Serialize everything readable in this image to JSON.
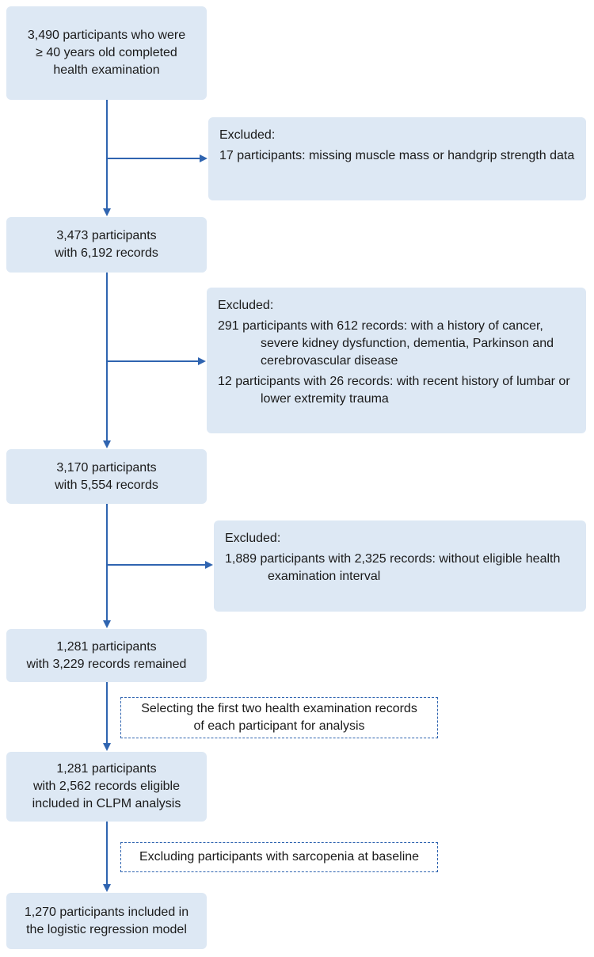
{
  "boxes": {
    "b1": [
      "3,490 participants who were",
      "≥ 40 years old completed",
      "health examination"
    ],
    "b2": [
      "3,473 participants",
      "with 6,192 records"
    ],
    "b3": [
      "3,170 participants",
      "with 5,554 records"
    ],
    "b4": [
      "1,281 participants",
      "with 3,229 records remained"
    ],
    "b5": [
      "1,281 participants",
      "with 2,562 records eligible",
      "included in CLPM analysis"
    ],
    "b6": [
      "1,270 participants included in",
      "the logistic regression model"
    ]
  },
  "exclusions": {
    "e1": {
      "heading": "Excluded:",
      "items": [
        "17 participants: missing muscle mass or handgrip strength data"
      ]
    },
    "e2": {
      "heading": "Excluded:",
      "items": [
        "291 participants with 612 records: with a history of cancer, severe kidney dysfunction, dementia, Parkinson and cerebrovascular disease",
        "12 participants with 26 records: with recent history of lumbar or lower extremity trauma"
      ]
    },
    "e3": {
      "heading": "Excluded:",
      "items": [
        "1,889 participants with 2,325 records: without eligible health examination interval"
      ]
    }
  },
  "steps": {
    "s1": [
      "Selecting the first two health examination records",
      "of each participant for analysis"
    ],
    "s2": [
      "Excluding participants with sarcopenia at baseline"
    ]
  },
  "colors": {
    "box_fill": "#dde8f4",
    "arrow": "#2f64b0",
    "text": "#1a1a1a"
  }
}
